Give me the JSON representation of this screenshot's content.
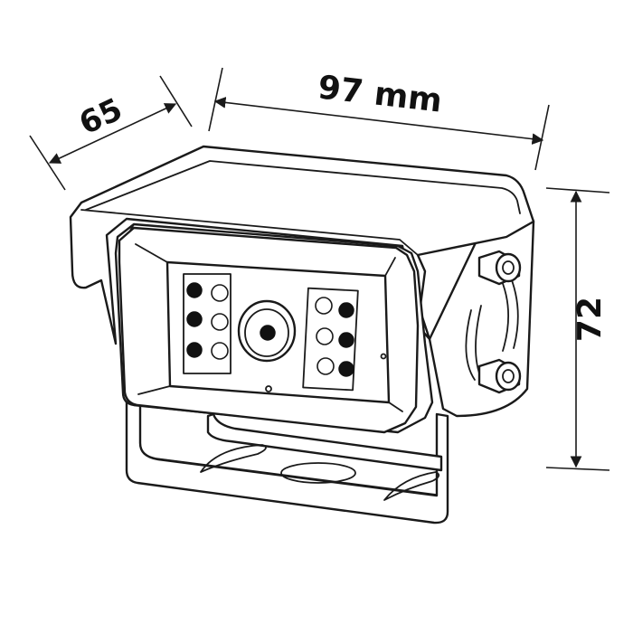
{
  "dimensions": {
    "depth": {
      "value": "65"
    },
    "width": {
      "value": "97 mm"
    },
    "height": {
      "value": "72"
    }
  },
  "colors": {
    "ink": "#1a1a1a",
    "background": "#ffffff"
  },
  "camera": {
    "led_left": [
      "on",
      "off",
      "on",
      "off",
      "on",
      "off"
    ],
    "led_right": [
      "off",
      "on",
      "off",
      "on",
      "off",
      "on"
    ]
  }
}
